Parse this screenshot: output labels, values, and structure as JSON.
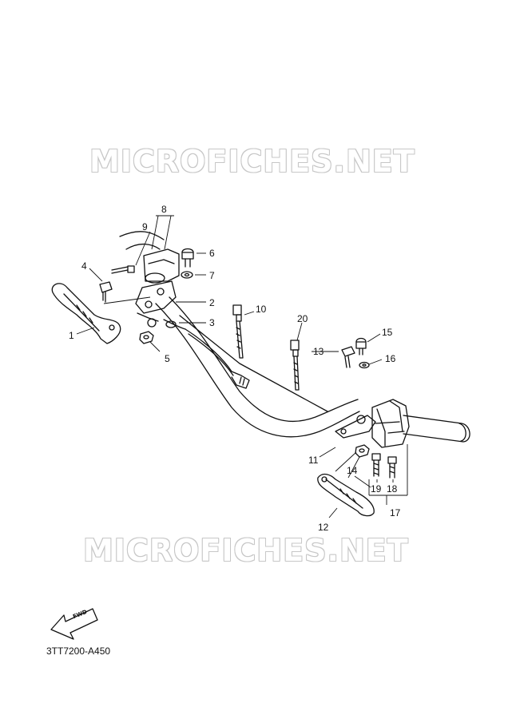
{
  "watermark": {
    "top_text": "MICROFICHES.NET",
    "bottom_text": "MICROFICHES.NET"
  },
  "diagram_code": "3TT7200-A450",
  "fwd_label": "FWD",
  "callouts": {
    "c1": "1",
    "c2": "2",
    "c3": "3",
    "c4": "4",
    "c5": "5",
    "c6": "6",
    "c7": "7",
    "c8": "8",
    "c9": "9",
    "c10": "10",
    "c11": "11",
    "c12": "12",
    "c13": "13",
    "c14": "14",
    "c15": "15",
    "c16": "16",
    "c17": "17",
    "c18": "18",
    "c19": "19",
    "c20": "20"
  },
  "colors": {
    "line": "#111111",
    "watermark_outline": "#c7c7c7",
    "background": "#ffffff"
  }
}
